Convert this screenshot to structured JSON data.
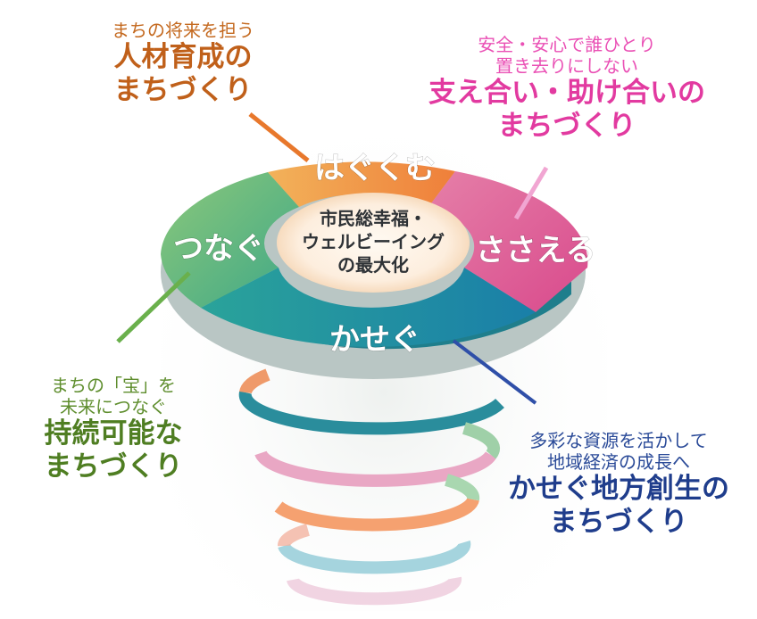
{
  "center": {
    "lines": [
      "市民総幸福・",
      "ウェルビーイング",
      "の最大化"
    ]
  },
  "segments": {
    "hagukumu": "はぐくむ",
    "sasaeru": "ささえる",
    "kasegu": "かせぐ",
    "tsunagu": "つなぐ"
  },
  "callouts": {
    "top_left": {
      "sub": "まちの将来を担う",
      "main": [
        "人材育成の",
        "まちづくり"
      ]
    },
    "top_right": {
      "sub": [
        "安全・安心で誰ひとり",
        "置き去りにしない"
      ],
      "main": [
        "支え合い・助け合いの",
        "まちづくり"
      ]
    },
    "bottom_left": {
      "sub": [
        "まちの「宝」を",
        "未来につなぐ"
      ],
      "main": [
        "持続可能な",
        "まちづくり"
      ]
    },
    "bottom_right": {
      "sub": [
        "多彩な資源を活かして",
        "地域経済の成長へ"
      ],
      "main": [
        "かせぐ地方創生の",
        "まちづくり"
      ]
    }
  },
  "colors": {
    "hagukumu": "#f0913a",
    "sasaeru": "#e0548f",
    "kasegu": "#1a8ea0",
    "tsunagu": "#6cb86a",
    "orange_text": "#c0601a",
    "pink_text": "#e23aa0",
    "green_text": "#5a8a2a",
    "blue_text": "#1f3d8c"
  }
}
